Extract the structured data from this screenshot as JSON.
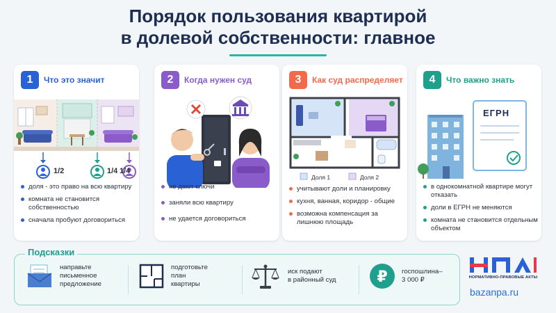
{
  "title": {
    "line1": "Порядок пользования квартирой",
    "line2": "в долевой собственности: главное"
  },
  "colors": {
    "card1": "#2a62d6",
    "card2": "#8a5cc9",
    "card3": "#f06a4b",
    "card4": "#1fa08c",
    "navy": "#1e2e52",
    "teal": "#2bb3a3"
  },
  "cards": [
    {
      "number": "1",
      "title": "Что это значит",
      "shares": [
        "1/2",
        "1/4",
        "1/4"
      ],
      "bullets": [
        "доля - это право на всю квартиру",
        "комната не становится собственностью",
        "сначала пробуют договориться"
      ]
    },
    {
      "number": "2",
      "title": "Когда нужен суд",
      "bullets": [
        "не дают ключи",
        "заняли всю квартиру",
        "не удается договориться"
      ]
    },
    {
      "number": "3",
      "title": "Как суд распределяет",
      "legend": [
        "Доля 1",
        "Доля 2"
      ],
      "bullets": [
        "учитывают доли и планировку",
        "кухня, ванная, коридор - общие",
        "возможна компенсация за лишнюю площадь"
      ]
    },
    {
      "number": "4",
      "title": "Что важно знать",
      "document_label": "ЕГРН",
      "bullets": [
        "в однокомнатной квартире могут отказать",
        "доли в ЕГРН не меняются",
        "комната не становится отдельным объектом"
      ]
    }
  ],
  "tips": {
    "label": "Подсказки",
    "items": [
      {
        "icon": "envelope-icon",
        "lines": [
          "направьте",
          "письменное",
          "предложение"
        ]
      },
      {
        "icon": "floor-plan-icon",
        "lines": [
          "подготовьте",
          "план",
          "квартиры"
        ]
      },
      {
        "icon": "scales-icon",
        "lines": [
          "иск подают",
          "в районный суд"
        ]
      },
      {
        "icon": "ruble-icon",
        "lines": [
          "госпошлина–",
          "3 000 ₽"
        ]
      }
    ]
  },
  "logo": {
    "mark": "НПА",
    "subtitle": "НОРМАТИВНО-ПРАВОВЫЕ АКТЫ",
    "site": "bazanpa.ru"
  }
}
